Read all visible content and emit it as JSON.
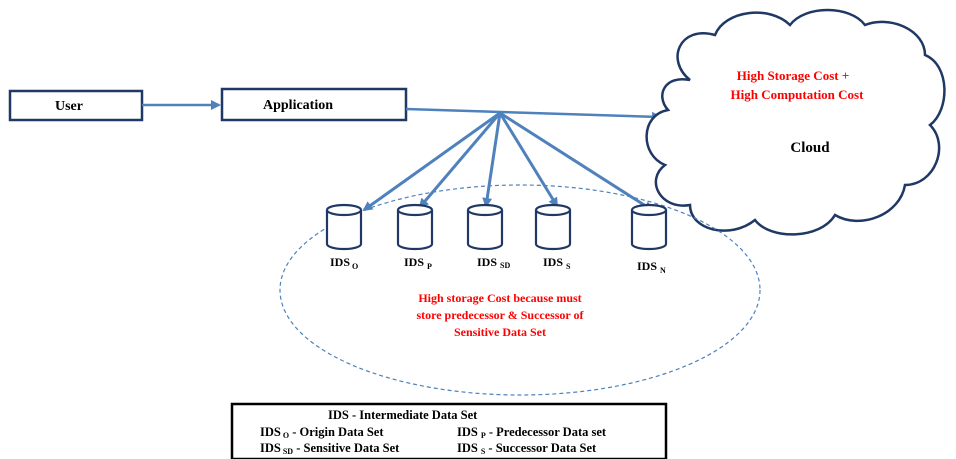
{
  "boxes": {
    "user": "User",
    "application": "Application"
  },
  "cloud": {
    "line1": "High Storage Cost +",
    "line2": "High Computation Cost",
    "label": "Cloud"
  },
  "datasets": [
    {
      "base": "IDS",
      "sub": "O"
    },
    {
      "base": "IDS",
      "sub": "P"
    },
    {
      "base": "IDS",
      "sub": "SD"
    },
    {
      "base": "IDS",
      "sub": "S"
    },
    {
      "base": "IDS",
      "sub": "N"
    }
  ],
  "note": {
    "line1": "High storage Cost because must",
    "line2": "store predecessor & Successor of",
    "line3": "Sensitive Data Set"
  },
  "legend": {
    "row1": {
      "term": "IDS",
      "sep": " - ",
      "desc": "Intermediate Data Set"
    },
    "row2": [
      {
        "base": "IDS",
        "sub": "O",
        "sep": " - ",
        "desc": "Origin Data Set"
      },
      {
        "base": "IDS",
        "sub": "P",
        "sep": " - ",
        "desc": "Predecessor Data set"
      }
    ],
    "row3": [
      {
        "base": "IDS",
        "sub": "SD",
        "sep": " - ",
        "desc": "Sensitive Data Set"
      },
      {
        "base": "IDS",
        "sub": "S",
        "sep": " - ",
        "desc": "Successor Data Set"
      }
    ]
  },
  "colors": {
    "arrow": "#4f81bd",
    "box_border": "#1f3864",
    "cloud_border": "#1f3864",
    "ellipse": "#4f81bd",
    "cylinder": "#1f3864",
    "note": "#ff0000"
  }
}
